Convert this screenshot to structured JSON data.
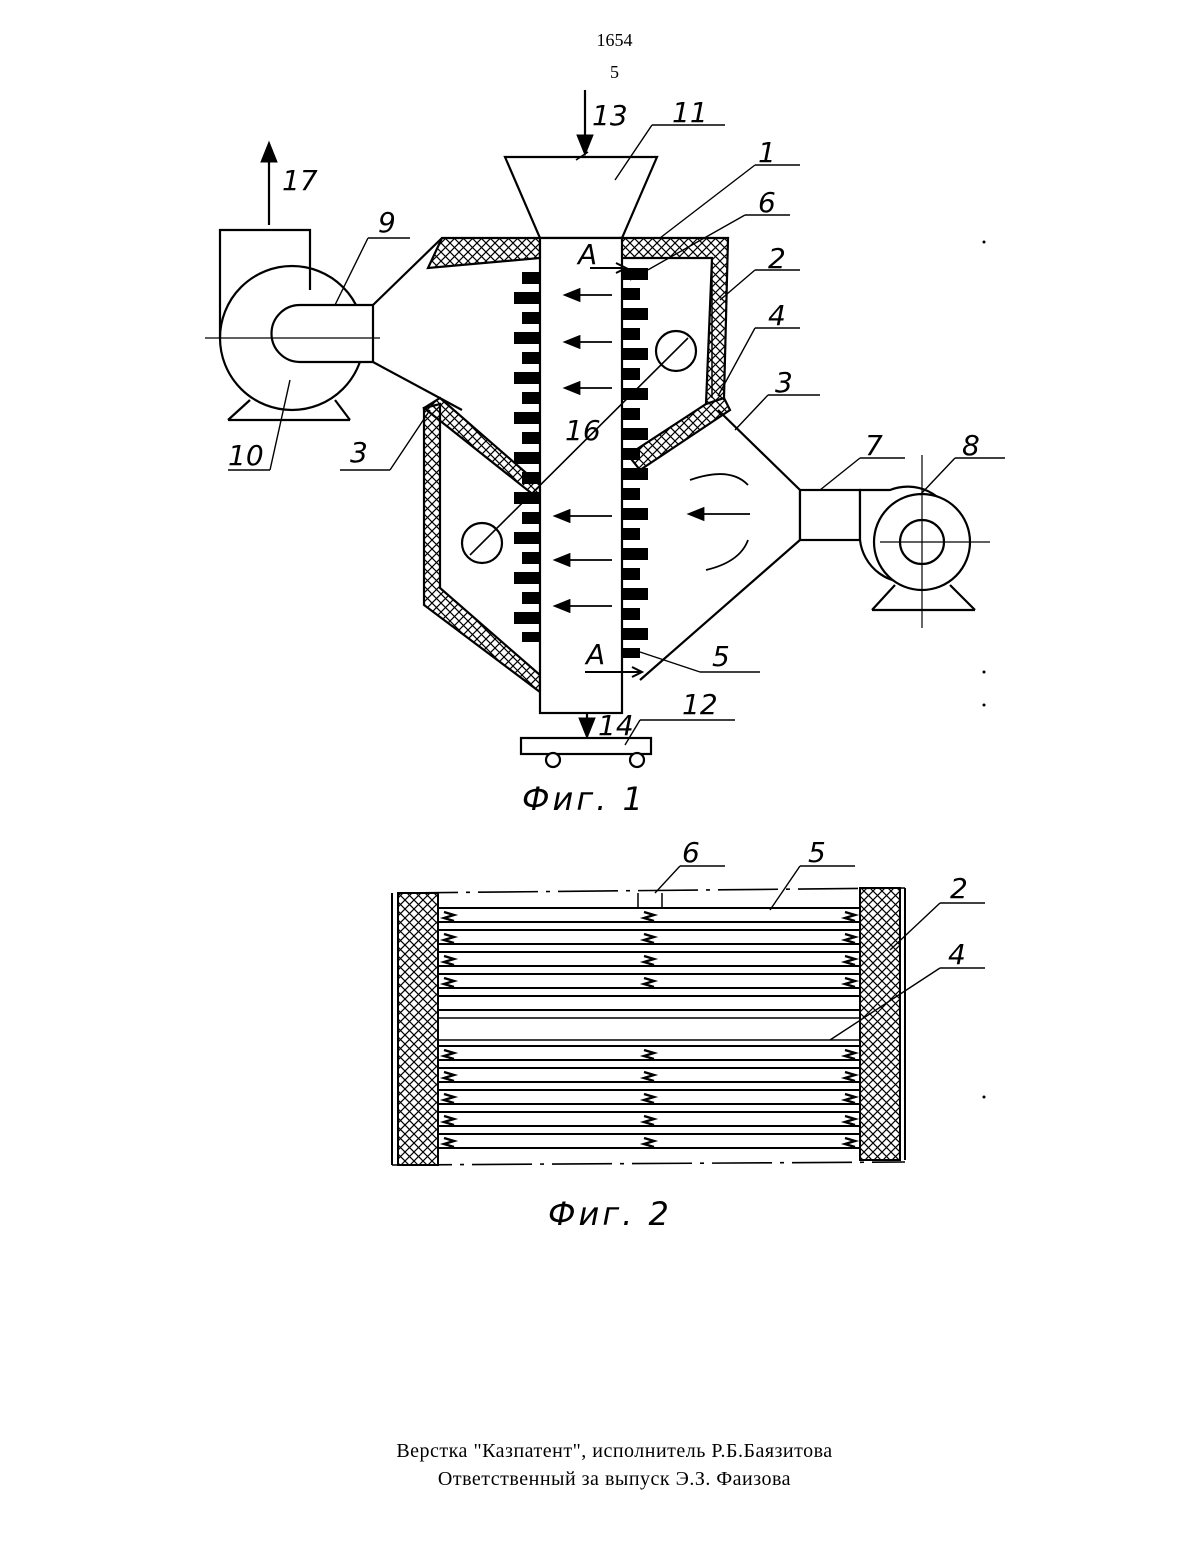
{
  "header": {
    "patent_number": "1654",
    "page_number": "5"
  },
  "figure1": {
    "caption": "Фиг. 1",
    "labels": {
      "l1": "1",
      "l2": "2",
      "l3a": "3",
      "l3b": "3",
      "l4": "4",
      "l5": "5",
      "l6": "6",
      "l7": "7",
      "l8": "8",
      "l9": "9",
      "l10": "10",
      "l11": "11",
      "l12": "12",
      "l13": "13",
      "l14": "14",
      "l16": "16",
      "l17": "17",
      "sectionTop": "А",
      "sectionBottom": "А"
    }
  },
  "figure2": {
    "caption": "Фиг. 2",
    "labels": {
      "l2": "2",
      "l4": "4",
      "l5": "5",
      "l6": "6"
    }
  },
  "footer": {
    "line1": "Верстка \"Казпатент\", исполнитель  Р.Б.Баязитова",
    "line2": "Ответственный за выпуск Э.З. Фаизова"
  }
}
